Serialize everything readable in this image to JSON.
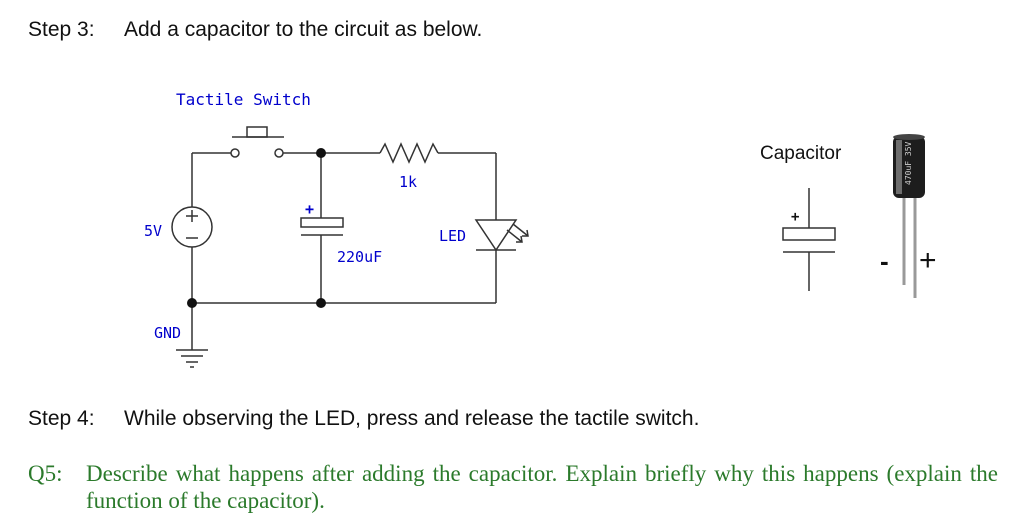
{
  "step3": {
    "label": "Step 3:",
    "text": "Add a capacitor to the circuit as below."
  },
  "circuit": {
    "switch_label": "Tactile Switch",
    "resistor_label": "1k",
    "source_label": "5V",
    "ground_label": "GND",
    "capacitor_value": "220uF",
    "led_label": "LED",
    "plus_mark": "+"
  },
  "capacitor_panel": {
    "title": "Capacitor",
    "minus_mark": "-",
    "plus_mark": "+",
    "symbol_plus": "+",
    "body_text": "470uF 35V"
  },
  "step4": {
    "label": "Step 4:",
    "text": "While observing the LED, press and release the tactile switch."
  },
  "q5": {
    "label": "Q5:",
    "text": "Describe what happens after adding the capacitor. Explain briefly why this happens (explain the function of the capacitor)."
  },
  "colors": {
    "schematic_text": "#0000cc",
    "wire": "#333333",
    "question": "#2b7a2b"
  }
}
